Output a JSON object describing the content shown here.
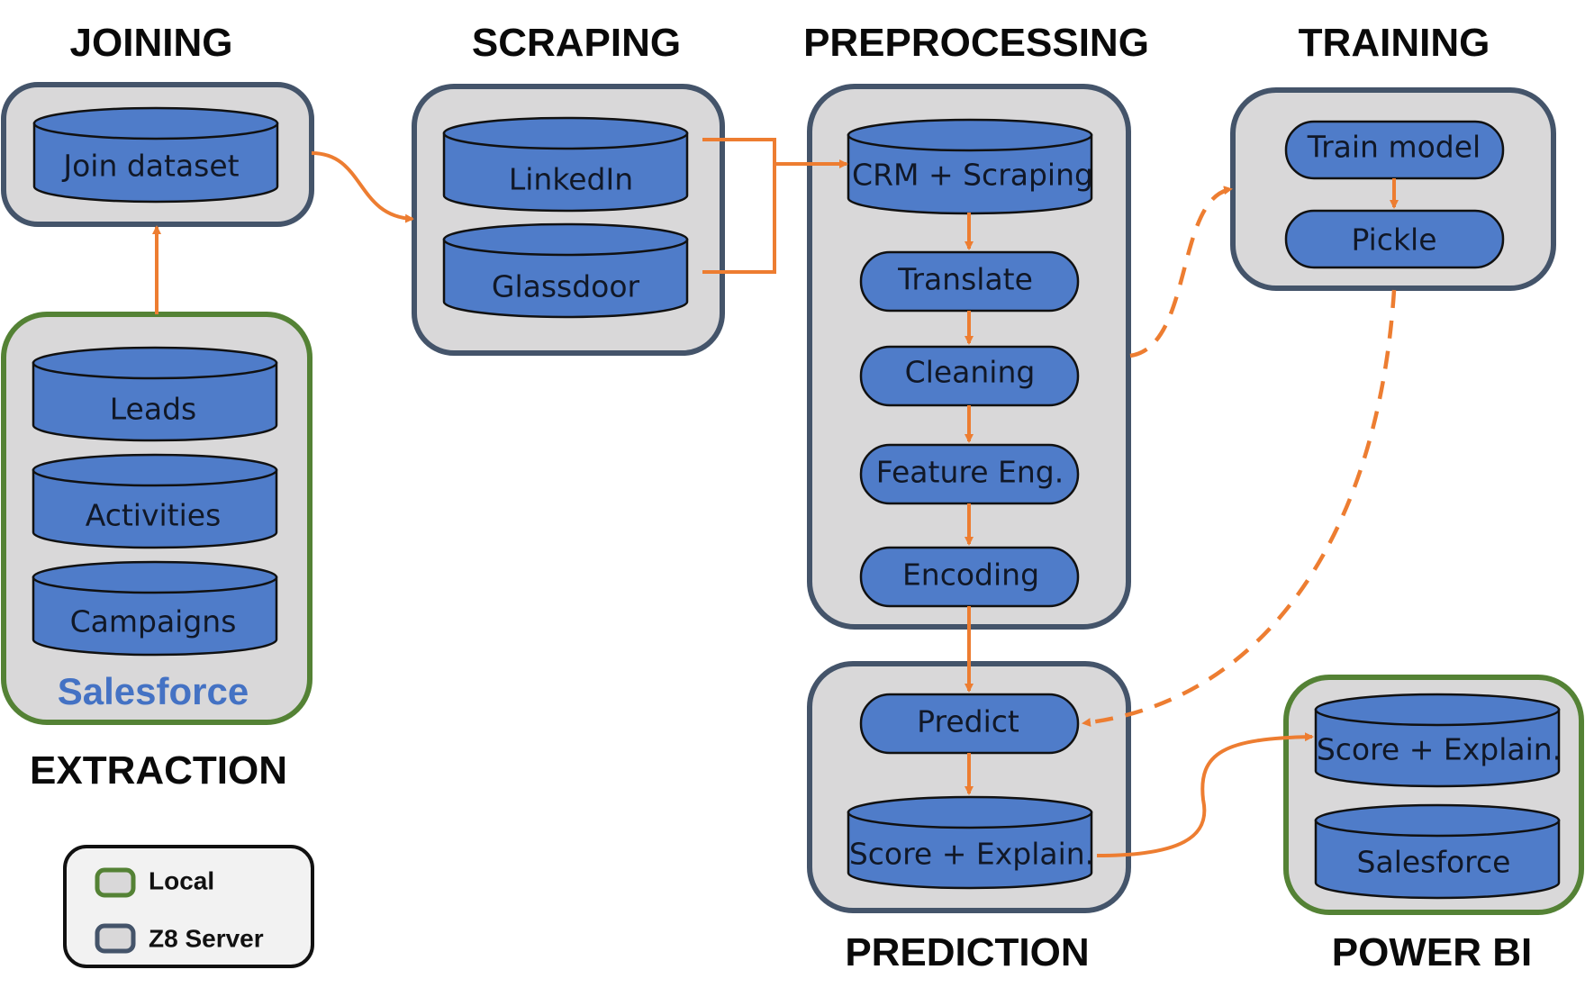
{
  "sections": {
    "joining": "JOINING",
    "scraping": "SCRAPING",
    "preprocessing": "PREPROCESSING",
    "training": "TRAINING",
    "extraction": "EXTRACTION",
    "prediction": "PREDICTION",
    "powerbi": "POWER BI"
  },
  "joining": {
    "join_dataset": "Join dataset"
  },
  "extraction": {
    "leads": "Leads",
    "activities": "Activities",
    "campaigns": "Campaigns",
    "source": "Salesforce"
  },
  "scraping": {
    "linkedin": "LinkedIn",
    "glassdoor": "Glassdoor"
  },
  "preprocessing": {
    "crm_scraping": "CRM + Scraping",
    "translate": "Translate",
    "cleaning": "Cleaning",
    "feature_eng": "Feature Eng.",
    "encoding": "Encoding"
  },
  "training": {
    "train_model": "Train model",
    "pickle": "Pickle"
  },
  "prediction": {
    "predict": "Predict",
    "score_explain": "Score + Explain."
  },
  "powerbi": {
    "score_explain": "Score + Explain.",
    "salesforce": "Salesforce"
  },
  "legend": {
    "local": "Local",
    "server": "Z8 Server"
  },
  "colors": {
    "server_border": "#44546a",
    "local_border": "#548235",
    "node_fill": "#4f7cc9",
    "container_fill": "#d9d8d9",
    "arrow": "#ed7d31",
    "salesforce_text": "#4472c4"
  }
}
